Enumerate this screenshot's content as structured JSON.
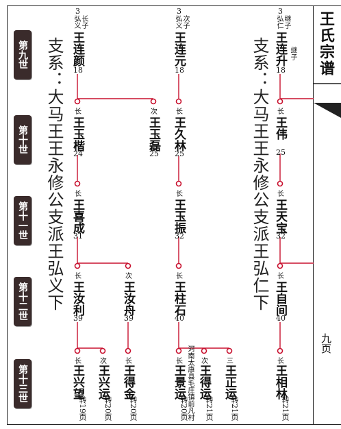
{
  "header": {
    "title": "王氏宗谱"
  },
  "page": {
    "label": "九页"
  },
  "generations": [
    "第九世",
    "第十世",
    "第十一世",
    "第十二世",
    "第十三世"
  ],
  "branches": {
    "left": "支系：大马王王永修公支派王弘义下",
    "right": "支系：大马王王永修公支派王弘仁下"
  },
  "gen9": {
    "a": {
      "top": "3",
      "side": "长子 弘义",
      "name": "王连颜",
      "num": "18"
    },
    "b": {
      "top": "3",
      "side": "次子 弘义",
      "name": "王连元",
      "num": "18"
    },
    "c": {
      "top": "3",
      "side": "继子 弘仁",
      "name": "王连升",
      "num": "18",
      "note": "继子"
    }
  },
  "gen10": [
    {
      "rank": "长",
      "name": "王玉楷",
      "num": "24"
    },
    {
      "rank": "次",
      "name": "王玉磊",
      "num": "25"
    },
    {
      "rank": "长",
      "name": "王久林",
      "num": "25"
    },
    {
      "rank": "长",
      "name": "王伟",
      "num": "25"
    }
  ],
  "gen11": [
    {
      "rank": "长",
      "name": "王喜成",
      "num": "31"
    },
    {
      "rank": "长",
      "name": "王玉振",
      "num": "32"
    },
    {
      "rank": "长",
      "name": "王天宝",
      "num": "32"
    }
  ],
  "gen12": [
    {
      "rank": "长",
      "name": "王汝利",
      "num": "39"
    },
    {
      "rank": "次",
      "name": "王汝舟",
      "num": "39"
    },
    {
      "rank": "长",
      "name": "王柱石",
      "num": "40"
    },
    {
      "rank": "长",
      "name": "王自间",
      "num": "40"
    }
  ],
  "gen13": [
    {
      "rank": "长",
      "name": "王兴望",
      "ref": "转19页"
    },
    {
      "rank": "次",
      "name": "王兴运",
      "ref": "转20页"
    },
    {
      "rank": "长",
      "name": "王得金",
      "ref": "转20页"
    },
    {
      "rank": "长",
      "name": "王景运",
      "ref": "转20页",
      "note": "河南太康县毛庄镇前凡村"
    },
    {
      "rank": "次",
      "name": "王得运",
      "ref": "转21页"
    },
    {
      "rank": "三",
      "name": "王正运",
      "ref": "转21页"
    },
    {
      "rank": "长",
      "name": "王相林",
      "ref": "转21页"
    }
  ],
  "colors": {
    "line": "#c8102e",
    "gen_badge": "#3a2b2b"
  }
}
